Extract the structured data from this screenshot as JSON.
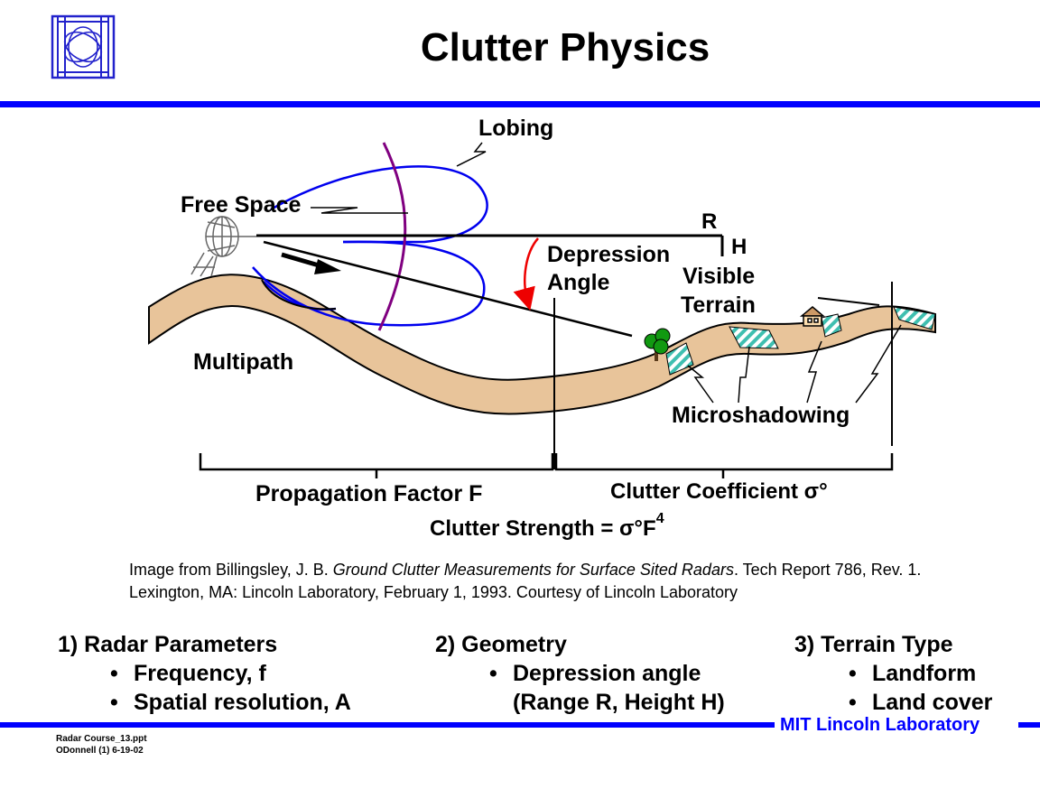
{
  "page": {
    "title": "Clutter Physics",
    "footer_lab": "MIT Lincoln Laboratory",
    "footer_file": "Radar Course_13.ppt",
    "footer_author": "ODonnell (1) 6-19-02"
  },
  "diagram": {
    "labels": {
      "lobing": "Lobing",
      "free_space": "Free Space",
      "r": "R",
      "h": "H",
      "depression_angle_1": "Depression",
      "depression_angle_2": "Angle",
      "visible_terrain_1": "Visible",
      "visible_terrain_2": "Terrain",
      "multipath": "Multipath",
      "microshadowing": "Microshadowing",
      "propagation_factor": "Propagation Factor F",
      "clutter_coefficient": "Clutter Coefficient σ°",
      "clutter_strength": "Clutter Strength = σ°F",
      "clutter_strength_exp": "4"
    },
    "colors": {
      "beam": "#0000ee",
      "wavefront": "#800080",
      "arrow": "#ee0000",
      "terrain_fill": "#e8c49a",
      "hatch": "#3fbfb0",
      "accent": "#0000ff"
    }
  },
  "caption": {
    "prefix": "Image from Billingsley, J. B. ",
    "italic": "Ground Clutter Measurements for Surface Sited Radars",
    "suffix": ". Tech Report 786, Rev. 1.",
    "line2": "Lexington, MA: Lincoln Laboratory, February 1, 1993. Courtesy of Lincoln Laboratory"
  },
  "factors": [
    {
      "head": "1)  Radar Parameters",
      "items": [
        "Frequency, f",
        "Spatial resolution, A"
      ]
    },
    {
      "head": "2)  Geometry",
      "items": [
        "Depression angle",
        "(Range R, Height H)"
      ]
    },
    {
      "head": "3)  Terrain Type",
      "items": [
        "Landform",
        "Land cover"
      ]
    }
  ]
}
